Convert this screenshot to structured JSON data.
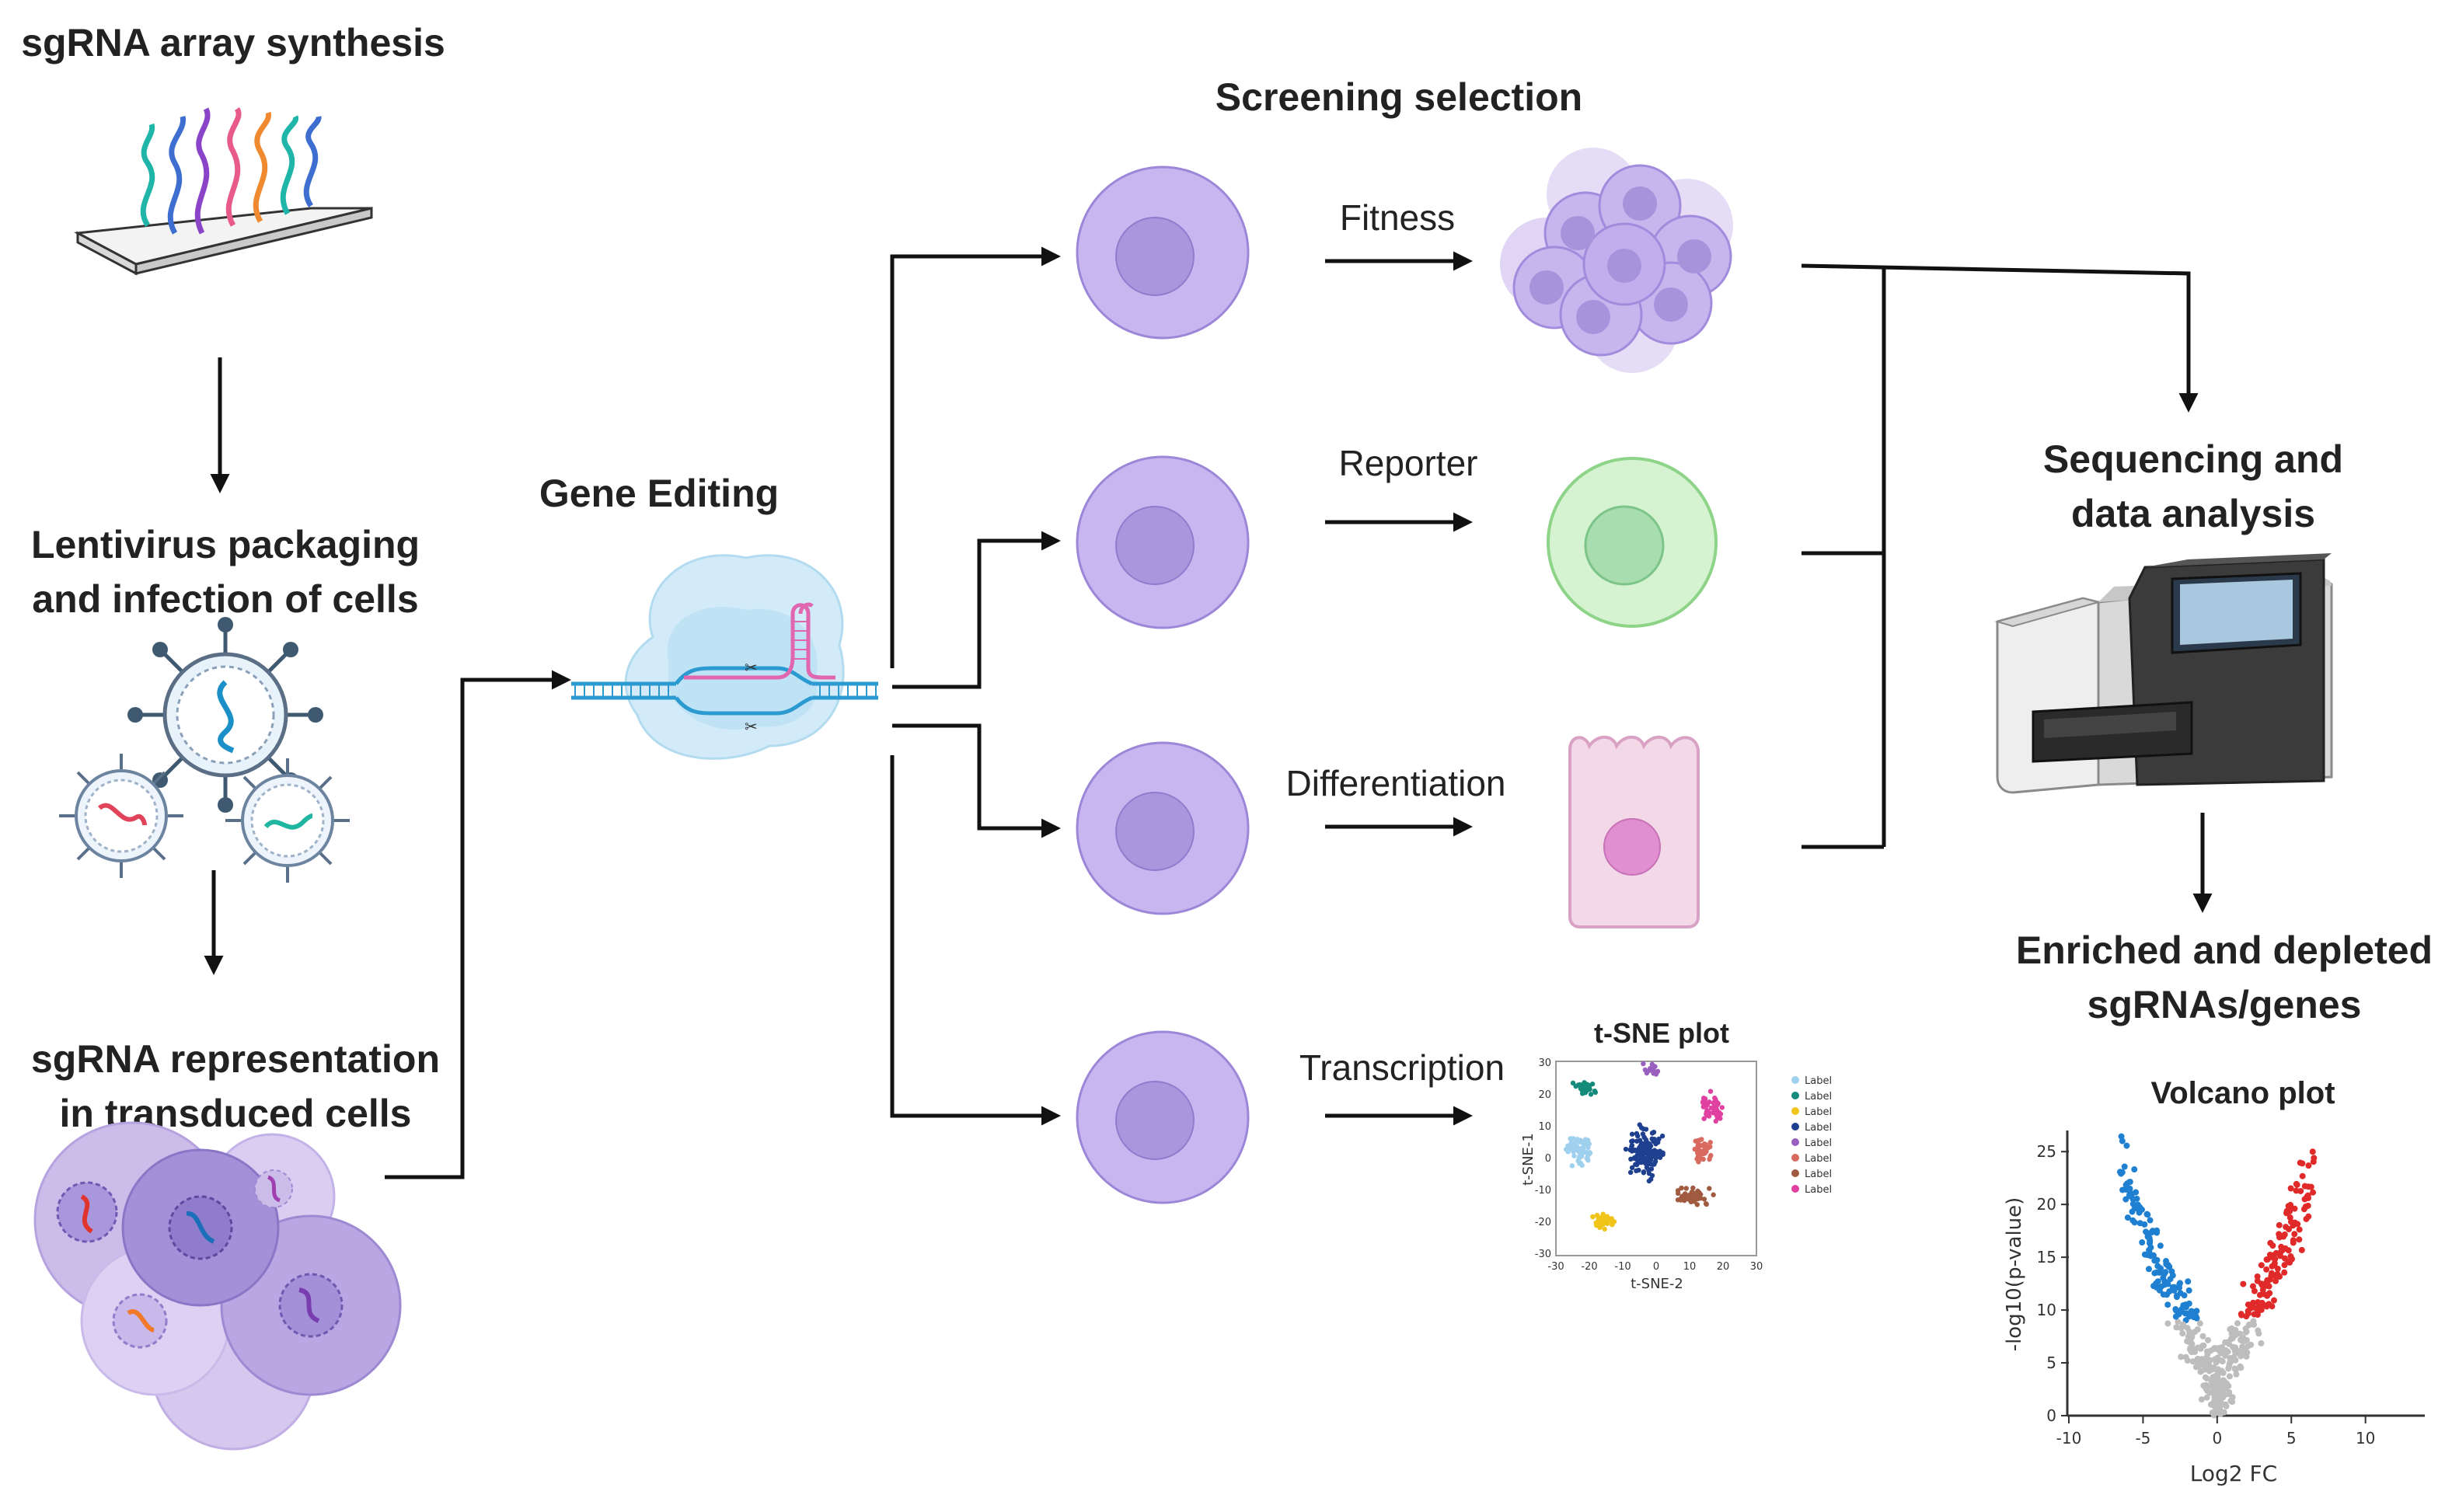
{
  "labels": {
    "array_synthesis": "sgRNA array synthesis",
    "lentivirus_line1": "Lentivirus packaging",
    "lentivirus_line2": "and infection of cells",
    "representation_line1": "sgRNA representation",
    "representation_line2": "in transduced cells",
    "gene_editing": "Gene Editing",
    "screening_selection": "Screening selection",
    "fitness": "Fitness",
    "reporter": "Reporter",
    "differentiation": "Differentiation",
    "transcription": "Transcription",
    "sequencing_line1": "Sequencing and",
    "sequencing_line2": "data analysis",
    "enriched_line1": "Enriched and depleted",
    "enriched_line2": "sgRNAs/genes"
  },
  "tsne": {
    "title": "t-SNE plot",
    "xlabel": "t-SNE-2",
    "ylabel": "t-SNE-1",
    "xticks": [
      "-30",
      "-20",
      "-10",
      "0",
      "10",
      "20",
      "30"
    ],
    "yticks": [
      "30",
      "20",
      "10",
      "0",
      "-10",
      "-20",
      "-30"
    ],
    "legend": [
      "Label",
      "Label",
      "Label",
      "Label",
      "Label",
      "Label",
      "Label",
      "Label"
    ],
    "colors": [
      "#9fd0ee",
      "#138a7a",
      "#f0c419",
      "#1f3f8f",
      "#9a60c0",
      "#d86a60",
      "#a05a40",
      "#e040a0"
    ]
  },
  "volcano": {
    "title": "Volcano plot",
    "xlabel": "Log2 FC",
    "ylabel": "-log10(p-value)",
    "xticks": [
      "-10",
      "-5",
      "0",
      "5",
      "10"
    ],
    "yticks": [
      "0",
      "5",
      "10",
      "15",
      "20",
      "25"
    ],
    "colors": {
      "depleted": "#1f7fd0",
      "enriched": "#e02a2a",
      "ns": "#bdbdbd"
    }
  },
  "colors": {
    "cell": "#c8b6f0",
    "reporter_cell": "#c9efc4",
    "diff_cell": "#f0cde0",
    "arrow": "#111111"
  }
}
